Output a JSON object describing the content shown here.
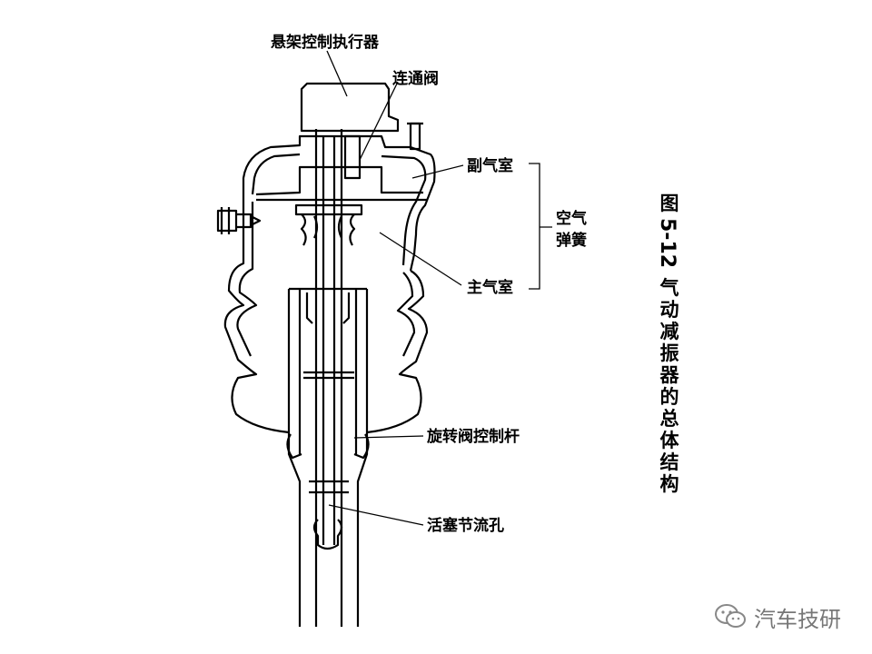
{
  "labels": {
    "actuator": "悬架控制执行器",
    "connecting_valve": "连通阀",
    "sub_chamber": "副气室",
    "air_spring_1": "空气",
    "air_spring_2": "弹簧",
    "main_chamber": "主气室",
    "rotary_rod": "旋转阀控制杆",
    "piston_orifice": "活塞节流孔"
  },
  "caption": {
    "prefix": "图",
    "number": "5-12",
    "chars": [
      "气",
      "动",
      "减",
      "振",
      "器",
      "的",
      "总",
      "体",
      "结",
      "构"
    ]
  },
  "watermark": {
    "text": "汽车技研",
    "icon": "wechat-icon"
  }
}
